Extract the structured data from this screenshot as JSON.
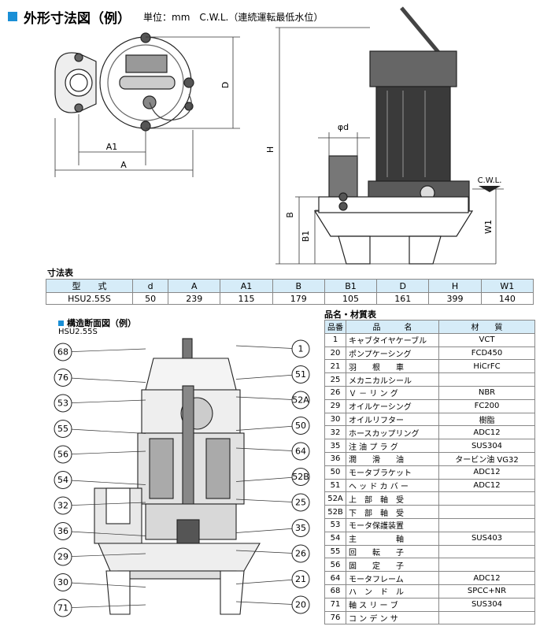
{
  "header": {
    "title": "外形寸法図（例）",
    "unit": "単位：mm　C.W.L.（連続運転最低水位）"
  },
  "outline_labels": {
    "a1": "A1",
    "a": "A",
    "d": "D",
    "phi_d": "φd",
    "h": "H",
    "b": "B",
    "b1": "B1",
    "w1": "W1",
    "cwl": "C.W.L."
  },
  "dimension_table": {
    "caption": "寸法表",
    "headers": [
      "型　　式",
      "d",
      "A",
      "A1",
      "B",
      "B1",
      "D",
      "H",
      "W1"
    ],
    "row": [
      "HSU2.55S",
      "50",
      "239",
      "115",
      "179",
      "105",
      "161",
      "399",
      "140"
    ]
  },
  "section": {
    "caption": "構造断面図（例）",
    "model": "HSU2.55S",
    "left_callouts": [
      "68",
      "76",
      "53",
      "55",
      "56",
      "54",
      "32",
      "36",
      "29",
      "30",
      "71"
    ],
    "right_callouts": [
      "1",
      "51",
      "52A",
      "50",
      "64",
      "52B",
      "25",
      "35",
      "26",
      "21",
      "20"
    ]
  },
  "materials": {
    "caption": "品名・材質表",
    "headers": [
      "品番",
      "品　　　名",
      "材　　質"
    ],
    "rows": [
      [
        "1",
        "キャブタイヤケーブル",
        "VCT"
      ],
      [
        "20",
        "ポンプケーシング",
        "FCD450"
      ],
      [
        "21",
        "羽　　根　　車",
        "HiCrFC"
      ],
      [
        "25",
        "メカニカルシール",
        ""
      ],
      [
        "26",
        "Ｖ － リ ン グ",
        "NBR"
      ],
      [
        "29",
        "オイルケーシング",
        "FC200"
      ],
      [
        "30",
        "オイルリフター",
        "樹脂"
      ],
      [
        "32",
        "ホースカップリング",
        "ADC12"
      ],
      [
        "35",
        "注 油 プ ラ グ",
        "SUS304"
      ],
      [
        "36",
        "潤　　滑　　油",
        "タービン油 VG32"
      ],
      [
        "50",
        "モータブラケット",
        "ADC12"
      ],
      [
        "51",
        "ヘ ッ ド カ バ ー",
        "ADC12"
      ],
      [
        "52A",
        "上　部　軸　受",
        ""
      ],
      [
        "52B",
        "下　部　軸　受",
        ""
      ],
      [
        "53",
        "モータ保護装置",
        ""
      ],
      [
        "54",
        "主　　　　　軸",
        "SUS403"
      ],
      [
        "55",
        "回　　転　　子",
        ""
      ],
      [
        "56",
        "固　　定　　子",
        ""
      ],
      [
        "64",
        "モータフレーム",
        "ADC12"
      ],
      [
        "68",
        "ハ　ン　ド　ル",
        "SPCC+NR"
      ],
      [
        "71",
        "軸 ス リ ー ブ",
        "SUS304"
      ],
      [
        "76",
        "コ ン デ ン サ",
        ""
      ]
    ]
  },
  "colors": {
    "accent": "#1a8fd6",
    "table_header": "#d6ecf8",
    "body_dark": "#3a3a3a"
  }
}
